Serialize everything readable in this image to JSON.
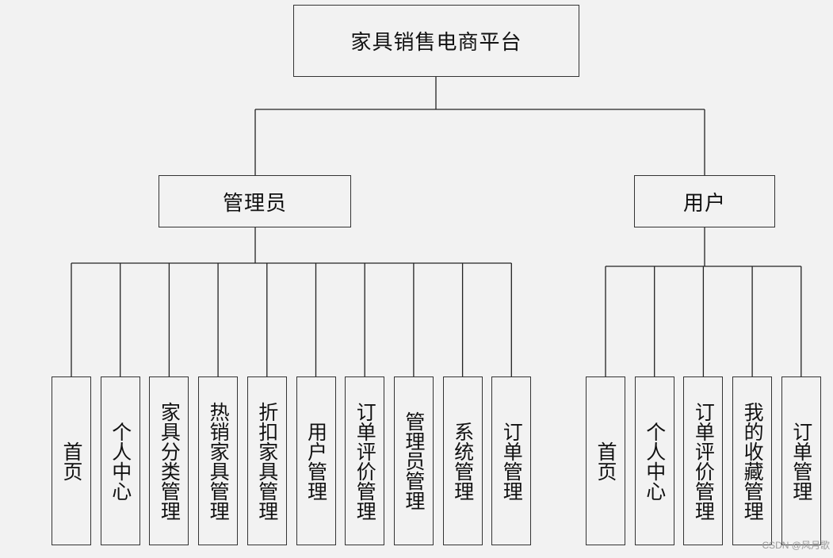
{
  "root": {
    "label": "家具销售电商平台"
  },
  "admin": {
    "label": "管理员",
    "items": [
      "首页",
      "个人中心",
      "家具分类管理",
      "热销家具管理",
      "折扣家具管理",
      "用户管理",
      "订单评价管理",
      "管理员管理",
      "系统管理",
      "订单管理"
    ]
  },
  "user": {
    "label": "用户",
    "items": [
      "首页",
      "个人中心",
      "订单评价管理",
      "我的收藏管理",
      "订单管理"
    ]
  },
  "watermark": "CSDN @风月歌"
}
